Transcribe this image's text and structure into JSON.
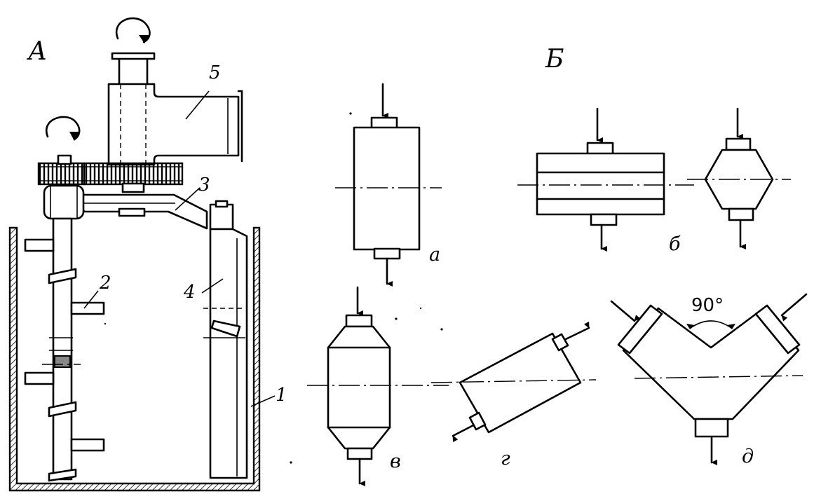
{
  "labels": {
    "section_a": "А",
    "section_b": "Б",
    "part_1": "1",
    "part_2": "2",
    "part_3": "3",
    "part_4": "4",
    "part_5": "5",
    "variant_a": "а",
    "variant_b": "б",
    "variant_v": "в",
    "variant_g": "г",
    "variant_d": "д",
    "angle": "90°"
  }
}
